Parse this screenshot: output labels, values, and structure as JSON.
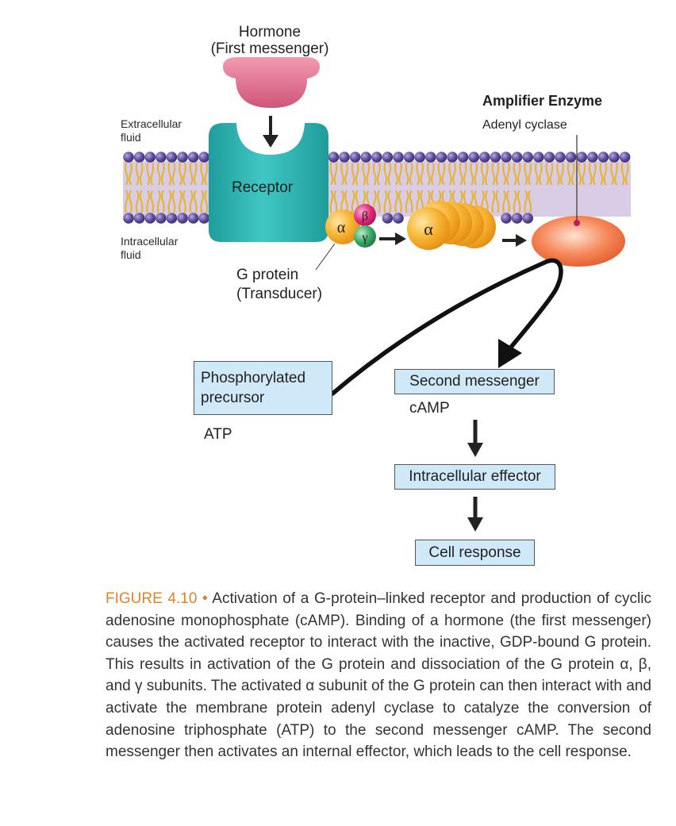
{
  "hormone": {
    "line1": "Hormone",
    "line2": "(First messenger)"
  },
  "extracellular": {
    "line1": "Extracellular",
    "line2": "fluid"
  },
  "intracellular": {
    "line1": "Intracellular",
    "line2": "fluid"
  },
  "receptor": "Receptor",
  "amplifier": {
    "title": "Amplifier Enzyme",
    "subtitle": "Adenyl cyclase"
  },
  "g_protein": {
    "line1": "G protein",
    "line2": "(Transducer)",
    "subunits": {
      "alpha": "α",
      "beta": "β",
      "gamma": "γ"
    }
  },
  "boxes": {
    "phosphorylated_precursor": "Phosphorylated precursor",
    "second_messenger": "Second messenger",
    "intracellular_effector": "Intracellular effector",
    "cell_response": "Cell response"
  },
  "atp": "ATP",
  "camp": "cAMP",
  "caption": {
    "label": "FIGURE 4.10",
    "bullet": "•",
    "text": "Activation of a G-protein–linked receptor and production of cyclic adenosine monophosphate (cAMP). Binding of a hormone (the first messenger) causes the activated receptor to interact with the inactive, GDP-bound G protein. This results in activation of the G protein and dissociation of the G protein α, β, and γ subunits. The activated α subunit of the G protein can then interact with and activate the membrane protein adenyl cyclase to catalyze the conversion of adenosine triphosphate (ATP) to the second messenger cAMP. The second messenger then activates an internal effector, which leads to the cell response."
  },
  "colors": {
    "hormone": "#d96b87",
    "receptor": "#2fb9b7",
    "membrane_head": "#5c4a9c",
    "membrane_band": "#d9cde6",
    "lipid_tail": "#e5b43b",
    "g_alpha": "#f5a628",
    "g_beta": "#e2287a",
    "g_gamma": "#38a865",
    "enzyme": "#f26a3c",
    "box_fill": "#cfe9f9",
    "caption_label": "#e0812c"
  }
}
